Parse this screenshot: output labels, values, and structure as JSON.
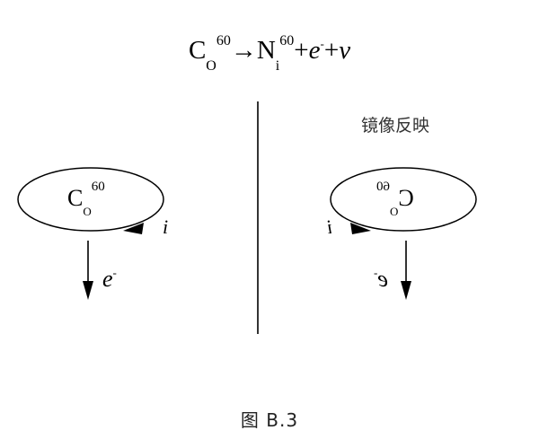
{
  "equation": {
    "parent_symbol": "C",
    "parent_sub": "O",
    "parent_mass": "60",
    "arrow": "→",
    "product_symbol": "N",
    "product_sub": "i",
    "product_mass": "60",
    "plus1": "+",
    "electron": "e",
    "electron_charge": "-",
    "plus2": "+",
    "neutrino": "v"
  },
  "mirror_label": "镜像反映",
  "left": {
    "nucleus_symbol": "C",
    "nucleus_sub": "O",
    "nucleus_mass": "60",
    "current_label": "i",
    "electron_label": "e",
    "electron_charge": "-"
  },
  "right": {
    "nucleus_symbol": "C",
    "nucleus_sub": "O",
    "nucleus_mass": "60",
    "current_label": "i",
    "electron_label": "e",
    "electron_charge": "-"
  },
  "caption": "图 B.3",
  "colors": {
    "line": "#000000",
    "background": "#ffffff"
  }
}
